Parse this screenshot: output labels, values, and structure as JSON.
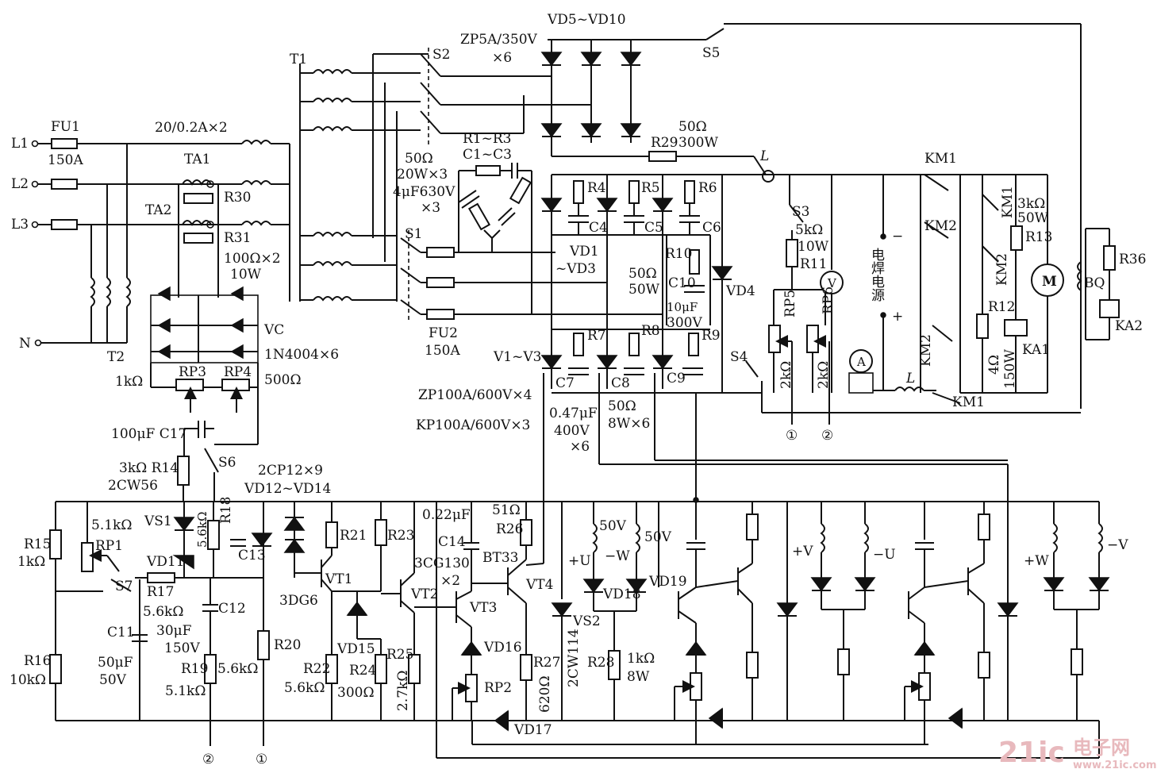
{
  "labels": {
    "L1": "L1",
    "L2": "L2",
    "L3": "L3",
    "N": "N",
    "FU1": "FU1",
    "FU1_rating": "150A",
    "T1": "T1",
    "T2": "T2",
    "ta_rating": "20/0.2A×2",
    "TA1": "TA1",
    "TA2": "TA2",
    "R30": "R30",
    "R31": "R31",
    "R3031_rating": "100Ω×2",
    "R3031_power": "10W",
    "VC": "VC",
    "VC_diodes": "1N4004×6",
    "RP3": "RP3",
    "RP4": "RP4",
    "RP3_val": "1kΩ",
    "RP4_val": "500Ω",
    "C17": "100μF C17",
    "S6": "S6",
    "R14": "3kΩ R14",
    "VS_zener": "2CW56",
    "S2": "S2",
    "S1": "S1",
    "S3": "S3",
    "S4": "S4",
    "S5": "S5",
    "S7": "S7",
    "VD5_10": "VD5~VD10",
    "ZP5A": "ZP5A/350V",
    "x6a": "×6",
    "R1R3": "R1~R3",
    "C1C3": "C1~C3",
    "rc_r": "50Ω",
    "rc_rp": "20W×3",
    "rc_c": "4μF630V",
    "rc_x3": "×3",
    "FU2": "FU2",
    "FU2_rating": "150A",
    "R29": "R29",
    "R29_val": "50Ω",
    "R29_pow": "300W",
    "R4": "R4",
    "R5": "R5",
    "R6": "R6",
    "C4": "C4",
    "C5": "C5",
    "C6": "C6",
    "VD1_3": "VD1",
    "VD1_3b": "~VD3",
    "R10": "R10",
    "C10": "C10",
    "r10v": "50Ω",
    "r10p": "50W",
    "c10v": "10μF",
    "c10u": "300V",
    "VD4": "VD4",
    "V1V3": "V1~V3",
    "R7": "R7",
    "R8": "R8",
    "R9": "R9",
    "C7": "C7",
    "C8": "C8",
    "C9": "C9",
    "ZP100": "ZP100A/600V×4",
    "KP100": "KP100A/600V×3",
    "c047": "0.47μF",
    "c400": "400V",
    "x6b": "×6",
    "r50": "50Ω",
    "r8w": "8W×6",
    "L": "L",
    "KM1": "KM1",
    "KM2": "KM2",
    "R11": "R11",
    "r11v": "5kΩ",
    "r11p": "10W",
    "RP5": "RP5",
    "RP6": "RP6",
    "rp5v": "2kΩ",
    "rp6v": "2kΩ",
    "V_meter": "V",
    "A_meter": "A",
    "weld_src": "电焊电源",
    "minus": "−",
    "plus": "+",
    "R12": "R12",
    "r12v": "4Ω",
    "r12p": "150W",
    "R13": "R13",
    "r13v": "3kΩ",
    "r13p": "50W",
    "motor": "M",
    "KA1": "KA1",
    "KA2": "KA2",
    "BQ": "BQ",
    "R36": "R36",
    "n1": "①",
    "n2": "②",
    "cp12": "2CP12×9",
    "vd12_14": "VD12~VD14",
    "R15": "R15",
    "r15v": "1kΩ",
    "R16": "R16",
    "r16v": "10kΩ",
    "RP1": "RP1",
    "rp1v": "5.1kΩ",
    "VS1": "VS1",
    "VD11": "VD11",
    "R17": "R17",
    "r17v": "5.6kΩ",
    "R18": "R18",
    "r18v": "5.6kΩ",
    "C11": "C11",
    "c11v": "50μF",
    "c11u": "50V",
    "C12": "C12",
    "c12v": "30μF",
    "c12u": "150V",
    "C13": "C13",
    "R19": "R19",
    "r19v": "5.1kΩ",
    "R20": "R20",
    "r20v": "5.6kΩ",
    "R21": "R21",
    "VT1": "VT1",
    "dg6": "3DG6",
    "R22": "R22",
    "r22v": "5.6kΩ",
    "VD15": "VD15",
    "R23": "R23",
    "R24": "R24",
    "r24v": "300Ω",
    "R25": "R25",
    "r25v": "2.7kΩ",
    "VT2": "VT2",
    "cg130": "3CG130",
    "x2": "×2",
    "c022": "0.22μF",
    "C14": "C14",
    "r51": "51Ω",
    "R26": "R26",
    "bt33": "BT33",
    "VT3": "VT3",
    "VT4": "VT4",
    "VD16": "VD16",
    "RP2": "RP2",
    "R27": "R27",
    "r27v": "620Ω",
    "VD17": "VD17",
    "VS2": "VS2",
    "cw114": "2CW114",
    "R28": "R28",
    "r28v": "1kΩ",
    "r28p": "8W",
    "v50a": "50V",
    "v50b": "50V",
    "pU": "+U",
    "mW": "−W",
    "VD18": "VD18",
    "VD19": "VD19",
    "pV": "+V",
    "mU": "−U",
    "pW": "+W",
    "mV": "−V"
  },
  "watermark": {
    "brand": "21ic",
    "cn": "电子网",
    "url": "www.21ic.com"
  }
}
